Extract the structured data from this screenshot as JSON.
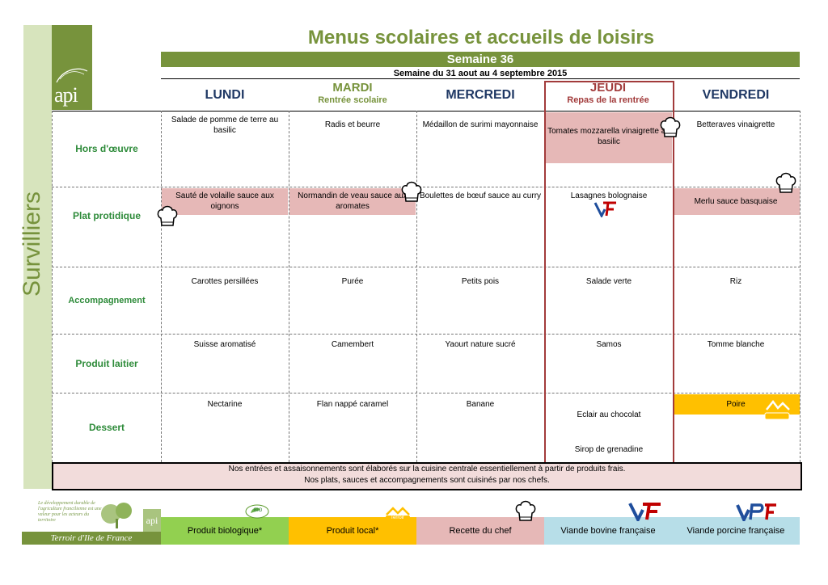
{
  "side_label": "Survilliers",
  "logo_text": "api",
  "title": "Menus scolaires et accueils de loisirs",
  "week": "Semaine 36",
  "dates": "Semaine du 31 aout au 4 septembre 2015",
  "days": [
    {
      "name": "LUNDI",
      "sub": ""
    },
    {
      "name": "MARDI",
      "sub": "Rentrée scolaire"
    },
    {
      "name": "MERCREDI",
      "sub": ""
    },
    {
      "name": "JEUDI",
      "sub": "Repas de la rentrée"
    },
    {
      "name": "VENDREDI",
      "sub": ""
    }
  ],
  "rows": [
    {
      "label": "Hors d'œuvre",
      "cells": [
        "Salade de pomme de terre au basilic",
        "Radis et beurre",
        "Médaillon de surimi mayonnaise",
        "Tomates mozzarella vinaigrette au basilic",
        "Betteraves vinaigrette"
      ]
    },
    {
      "label": "Plat protidique",
      "cells": [
        "Sauté de volaille sauce aux oignons",
        "Normandin de veau sauce aux aromates",
        "Boulettes de bœuf sauce au curry",
        "Lasagnes bolognaise",
        "Merlu sauce basquaise"
      ]
    },
    {
      "label": "Accompagnement",
      "cells": [
        "Carottes persillées",
        "Purée",
        "Petits pois",
        "Salade verte",
        "Riz"
      ]
    },
    {
      "label": "Produit laitier",
      "cells": [
        "Suisse aromatisé",
        "Camembert",
        "Yaourt nature sucré",
        "Samos",
        "Tomme blanche"
      ]
    },
    {
      "label": "Dessert",
      "cells": [
        "Nectarine",
        "Flan nappé caramel",
        "Banane",
        "Eclair au chocolat",
        "Poire"
      ],
      "extra_jeudi": "Sirop de grenadine"
    }
  ],
  "footer": {
    "line1": "Nos entrées et assaisonnements sont élaborés sur la cuisine centrale essentiellement à partir de produits frais.",
    "line2": "Nos plats, sauces et accompagnements sont cuisinés par nos chefs."
  },
  "legend": [
    {
      "label": "Produit biologique*",
      "color": "#92d050",
      "icon": "bio-icon",
      "icon_text": "BIO"
    },
    {
      "label": "Produit local*",
      "color": "#ffc000",
      "icon": "terroir-icon",
      "icon_text": "Terroir"
    },
    {
      "label": "Recette du chef",
      "color": "#e6b8b7",
      "icon": "chef-hat-icon",
      "icon_text": ""
    },
    {
      "label": "Viande bovine française",
      "color": "#b7dee8",
      "icon": "vbf-icon",
      "icon_text": "VBF"
    },
    {
      "label": "Viande porcine française",
      "color": "#b7dee8",
      "icon": "vpf-icon",
      "icon_text": "VPF"
    }
  ],
  "terroir_logo": {
    "text": "Terroir d'Ile de France",
    "small": "Le développement durable de l'agriculture francilienne est une valeur pour les acteurs du territoire",
    "api": "api"
  },
  "colors": {
    "green": "#77933c",
    "side": "#d7e4bd",
    "pink": "#e6b8b7",
    "yellow": "#ffc000",
    "red": "#a23b3b"
  }
}
